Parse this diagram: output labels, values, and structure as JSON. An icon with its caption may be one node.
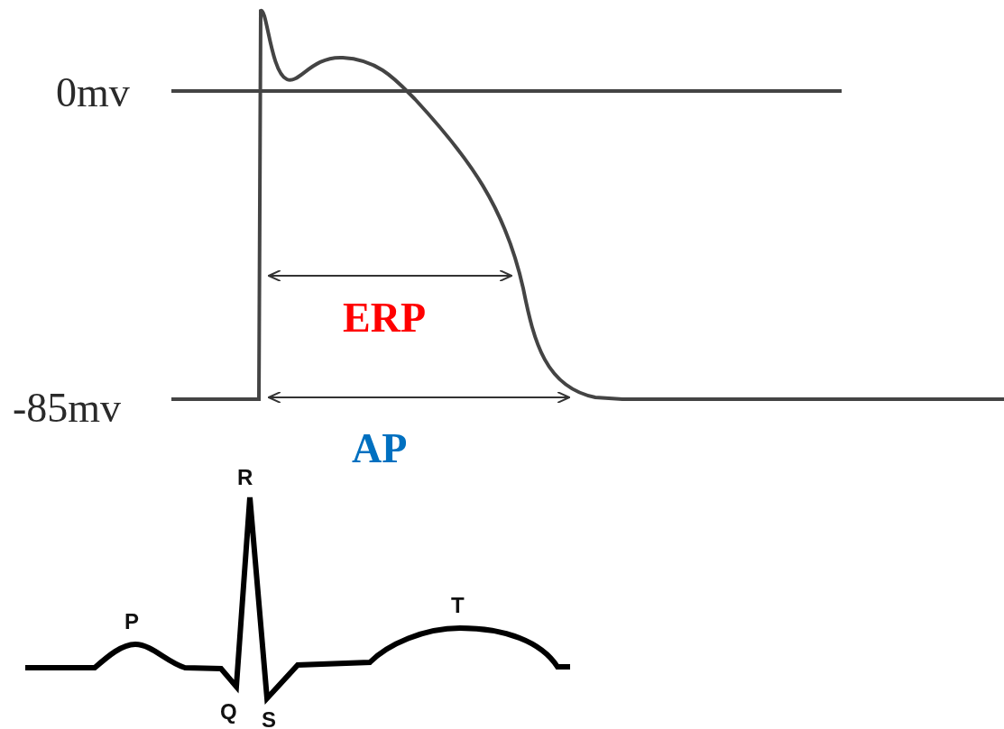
{
  "diagram": {
    "labels": [
      "0mv",
      "ERP",
      "-85mv",
      "AP",
      "R",
      "P",
      "T",
      "Q",
      "S"
    ]
  }
}
